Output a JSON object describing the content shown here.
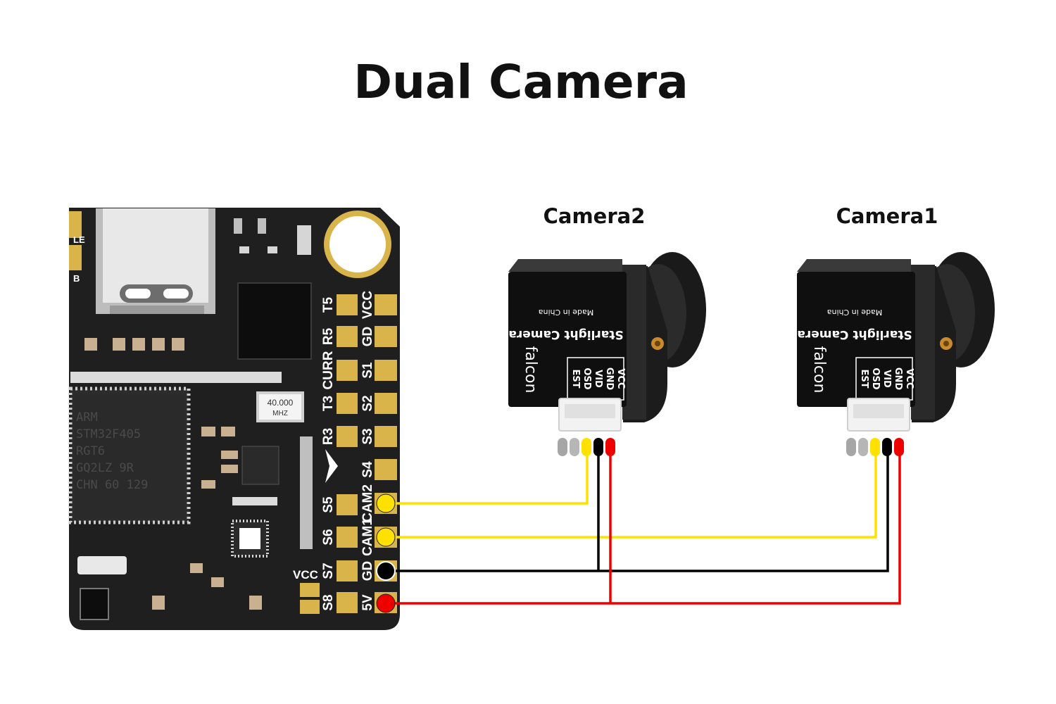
{
  "title": "Dual Camera",
  "colors": {
    "signal": "#ffe100",
    "ground": "#000000",
    "power": "#ee0000",
    "pad_gold": "#d9b44a",
    "board": "#1e1e1e"
  },
  "board": {
    "pins_right": [
      "VCC",
      "GD",
      "S1",
      "S2",
      "S3",
      "S4",
      "CAM2",
      "CAM1",
      "GD",
      "5V"
    ],
    "pins_left": [
      "T5",
      "R5",
      "CURR",
      "T3",
      "R3",
      "",
      "S5",
      "S6",
      "S7",
      "S8"
    ],
    "vcc_small": "VCC",
    "edge_label_1": "LE",
    "edge_label_2": "B",
    "crystal": {
      "line1": "40.000",
      "line2": "MHZ"
    },
    "mcu": [
      "ARM",
      "STM32F405",
      "RGT6",
      "GQ2LZ 9R",
      "CHN 60 129"
    ]
  },
  "cameras": [
    {
      "label": "Camera2",
      "made_in": "Made in China",
      "model": "Starlight Camera",
      "brand": "falcon",
      "pins": [
        "EST",
        "OSD",
        "VID",
        "GND",
        "VCC"
      ]
    },
    {
      "label": "Camera1",
      "made_in": "Made in China",
      "model": "Starlight Camera",
      "brand": "falcon",
      "pins": [
        "EST",
        "OSD",
        "VID",
        "GND",
        "VCC"
      ]
    }
  ]
}
